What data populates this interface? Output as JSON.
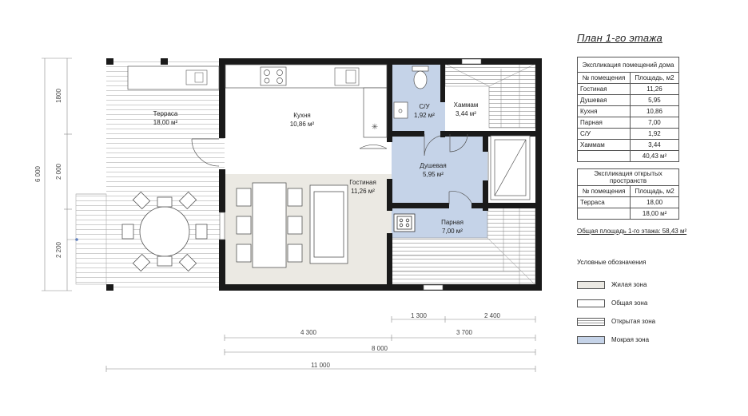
{
  "rooms": {
    "terrace": {
      "name": "Терраса",
      "area": "18,00 м²"
    },
    "kitchen": {
      "name": "Кухня",
      "area": "10,86 м²"
    },
    "wc": {
      "name": "С/У",
      "area": "1,92 м²"
    },
    "hammam": {
      "name": "Хаммам",
      "area": "3,44 м²"
    },
    "shower": {
      "name": "Душевая",
      "area": "5,95 м²"
    },
    "living": {
      "name": "Гостиная",
      "area": "11,26 м²"
    },
    "steam": {
      "name": "Парная",
      "area": "7,00 м²"
    }
  },
  "dimensions": {
    "left": [
      "1800",
      "2 000",
      "2 200"
    ],
    "overall_height": "6 000",
    "bottom": {
      "d1300": "1 300",
      "d2400": "2 400",
      "d4300": "4 300",
      "d3700": "3 700",
      "d8000": "8 000",
      "d11000": "11 000"
    }
  },
  "panel": {
    "title": "План 1-го этажа",
    "house_table": {
      "caption": "Экспликация помещений дома",
      "col1": "№ помещения",
      "col2": "Площадь, м2",
      "rows": [
        {
          "name": "Гостиная",
          "area": "11,26"
        },
        {
          "name": "Душевая",
          "area": "5,95"
        },
        {
          "name": "Кухня",
          "area": "10,86"
        },
        {
          "name": "Парная",
          "area": "7,00"
        },
        {
          "name": "С/У",
          "area": "1,92"
        },
        {
          "name": "Хаммам",
          "area": "3,44"
        }
      ],
      "total": "40,43 м²"
    },
    "open_table": {
      "caption": "Экспликация открытых пространств",
      "col1": "№ помещения",
      "col2": "Площадь, м2",
      "rows": [
        {
          "name": "Терраса",
          "area": "18,00"
        }
      ],
      "total": "18,00 м²"
    },
    "total_area": "Общая площадь 1-го этажа: 58,43 м²",
    "legend_title": "Условные обозначения",
    "legend": {
      "living": "Жилая зона",
      "common": "Общая зона",
      "open": "Открытая зона",
      "wet": "Мокрая зона"
    }
  },
  "colors": {
    "wall": "#1a1a1a",
    "living_zone": "#ebe9e3",
    "wet_zone": "#c5d3e8",
    "open_zone_lines": "#bdbdbd"
  }
}
